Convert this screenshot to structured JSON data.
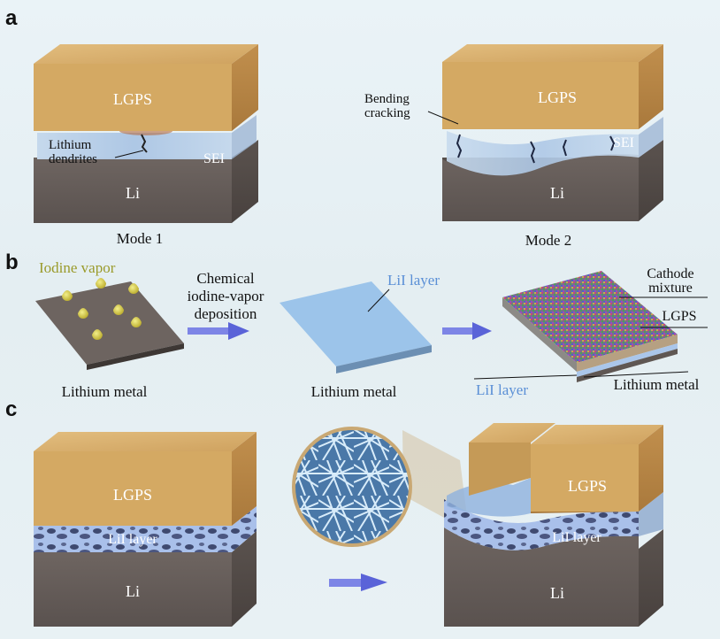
{
  "panels": {
    "a": {
      "letter": "a",
      "mode1": {
        "top_label": "LGPS",
        "middle_label": "SEI",
        "bottom_label": "Li",
        "annotation_line1": "Lithium",
        "annotation_line2": "dendrites",
        "caption": "Mode 1"
      },
      "mode2": {
        "top_label": "LGPS",
        "middle_label": "SEI",
        "bottom_label": "Li",
        "annotation_line1": "Bending",
        "annotation_line2": "cracking",
        "caption": "Mode 2"
      }
    },
    "b": {
      "letter": "b",
      "vapor_label": "Iodine vapor",
      "metal_label_1": "Lithium metal",
      "process_line1": "Chemical",
      "process_line2": "iodine-vapor",
      "process_line3": "deposition",
      "lii_label_1": "LiI layer",
      "metal_label_2": "Lithium metal",
      "cathode_line1": "Cathode",
      "cathode_line2": "mixture",
      "lgps_label": "LGPS",
      "lii_label_2": "LiI layer",
      "metal_label_3": "Lithium metal"
    },
    "c": {
      "letter": "c",
      "left": {
        "top_label": "LGPS",
        "middle_label": "LiI layer",
        "bottom_label": "Li"
      },
      "right": {
        "top_label": "LGPS",
        "middle_label": "LiI layer",
        "bottom_label": "Li"
      }
    }
  },
  "colors": {
    "lgps": "#d3a967",
    "li": "#6b625e",
    "sei": "#b9cfe6",
    "lii": "#9fb8e3",
    "arrow": "#5a63d8",
    "annotation_blue": "#5a8fd6",
    "vapor_text": "#9a9a2a"
  }
}
